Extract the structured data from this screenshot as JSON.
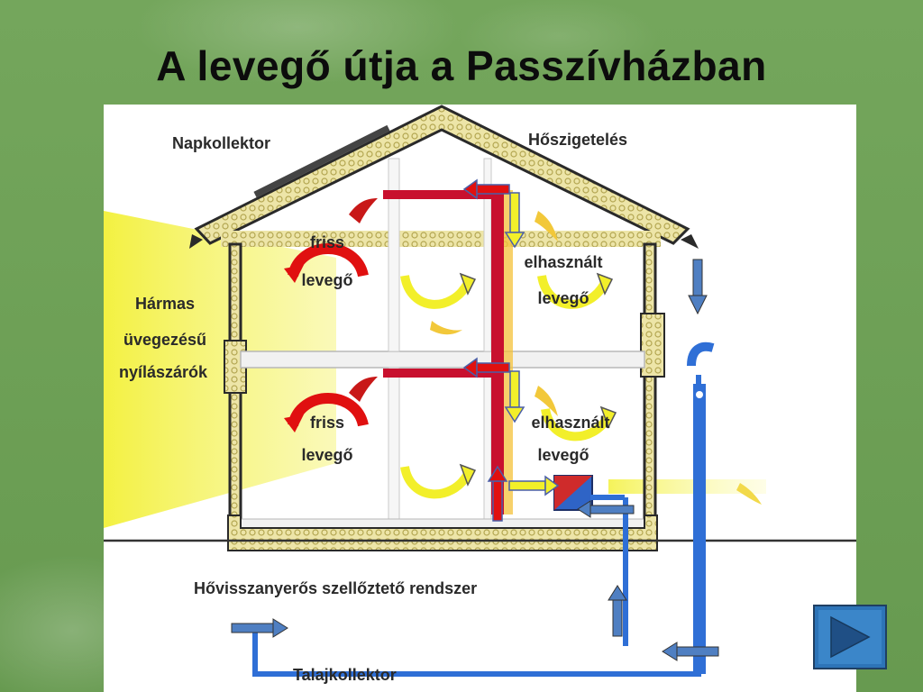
{
  "slide": {
    "title": "A levegő útja a Passzívházban"
  },
  "diagram": {
    "labels": {
      "solar_collector": "Napkollektor",
      "insulation": "Hőszigetelés",
      "window_l1": "Hármas",
      "window_l2": "üvegezésű",
      "window_l3": "nyílászárók",
      "fresh_up_l1": "friss",
      "fresh_up_l2": "levegő",
      "used_up_l1": "elhasznált",
      "used_up_l2": "levegő",
      "fresh_down_l1": "friss",
      "fresh_down_l2": "levegő",
      "used_down_l1": "elhasznált",
      "used_down_l2": "levegő",
      "heat_recovery": "Hővisszanyerős szellőztető rendszer",
      "ground_collector": "Talajkollektor"
    },
    "colors": {
      "supply_duct": "#c8102e",
      "insulation_fill": "#ede5a8",
      "sun_beam": "#f5f35a",
      "ground_pipe": "#2f6fd6",
      "arrow_red": "#e01010",
      "arrow_yellow": "#f2ef2a",
      "arrow_blue": "#4f7fc2"
    }
  },
  "navigation": {
    "next_icon": "play-triangle-icon"
  }
}
